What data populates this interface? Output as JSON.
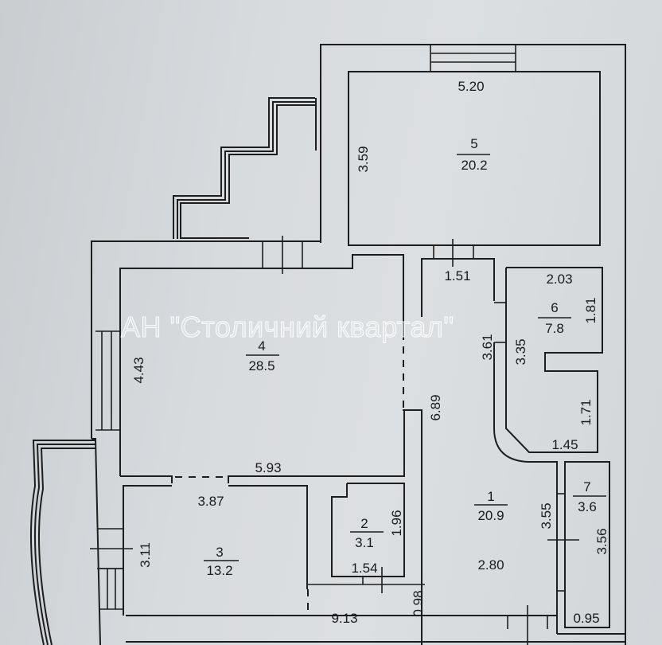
{
  "watermark": "АН \"Столичний квартал\"",
  "rooms": [
    {
      "number": "1",
      "area": "20.9"
    },
    {
      "number": "2",
      "area": "3.1"
    },
    {
      "number": "3",
      "area": "13.2"
    },
    {
      "number": "4",
      "area": "28.5"
    },
    {
      "number": "5",
      "area": "20.2"
    },
    {
      "number": "6",
      "area": "7.8"
    },
    {
      "number": "7",
      "area": "3.6"
    }
  ],
  "dimensions": {
    "room5_width": "5.20",
    "room5_height": "3.59",
    "room4_height": "4.43",
    "room4_width": "5.93",
    "corridor_top": "1.51",
    "corridor_length": "6.89",
    "room6_top": "2.03",
    "room6_right_upper": "1.81",
    "room6_left": "3.35",
    "room6_outer_left": "3.61",
    "room6_right_lower": "1.71",
    "room6_bottom": "1.45",
    "room3_top": "3.87",
    "room3_left": "3.11",
    "room2_right": "1.96",
    "room2_bottom": "1.54",
    "passage_short": "0.98",
    "bottom_length": "9.13",
    "room1_ceiling": "2.80",
    "room1_right": "3.55",
    "room7_right": "3.56",
    "room7_bottom": "0.95"
  }
}
